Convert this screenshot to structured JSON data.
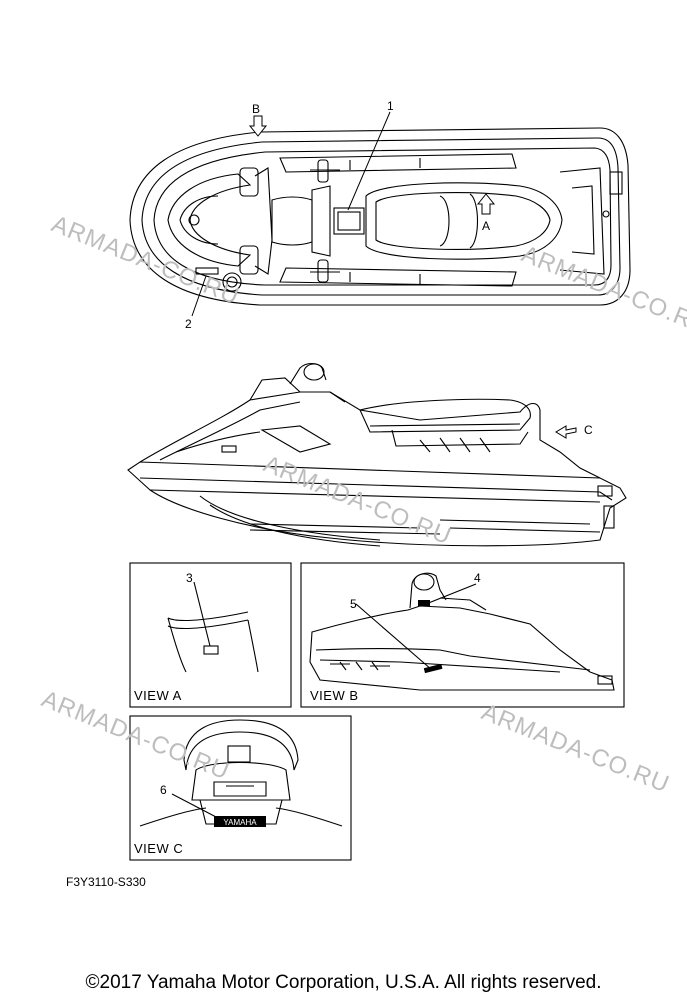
{
  "watermark": "ARMADA-CO.RU",
  "labels": {
    "part1": "1",
    "part2": "2",
    "part3": "3",
    "part4": "4",
    "part5": "5",
    "part6": "6",
    "arrowA": "A",
    "arrowB": "B",
    "arrowC": "C"
  },
  "views": {
    "a": "VIEW A",
    "b": "VIEW B",
    "c": "VIEW C"
  },
  "brand_plate": "YAMAHA",
  "figure_code": "F3Y3110-S330",
  "copyright": "©2017 Yamaha Motor Corporation, U.S.A. All rights reserved."
}
